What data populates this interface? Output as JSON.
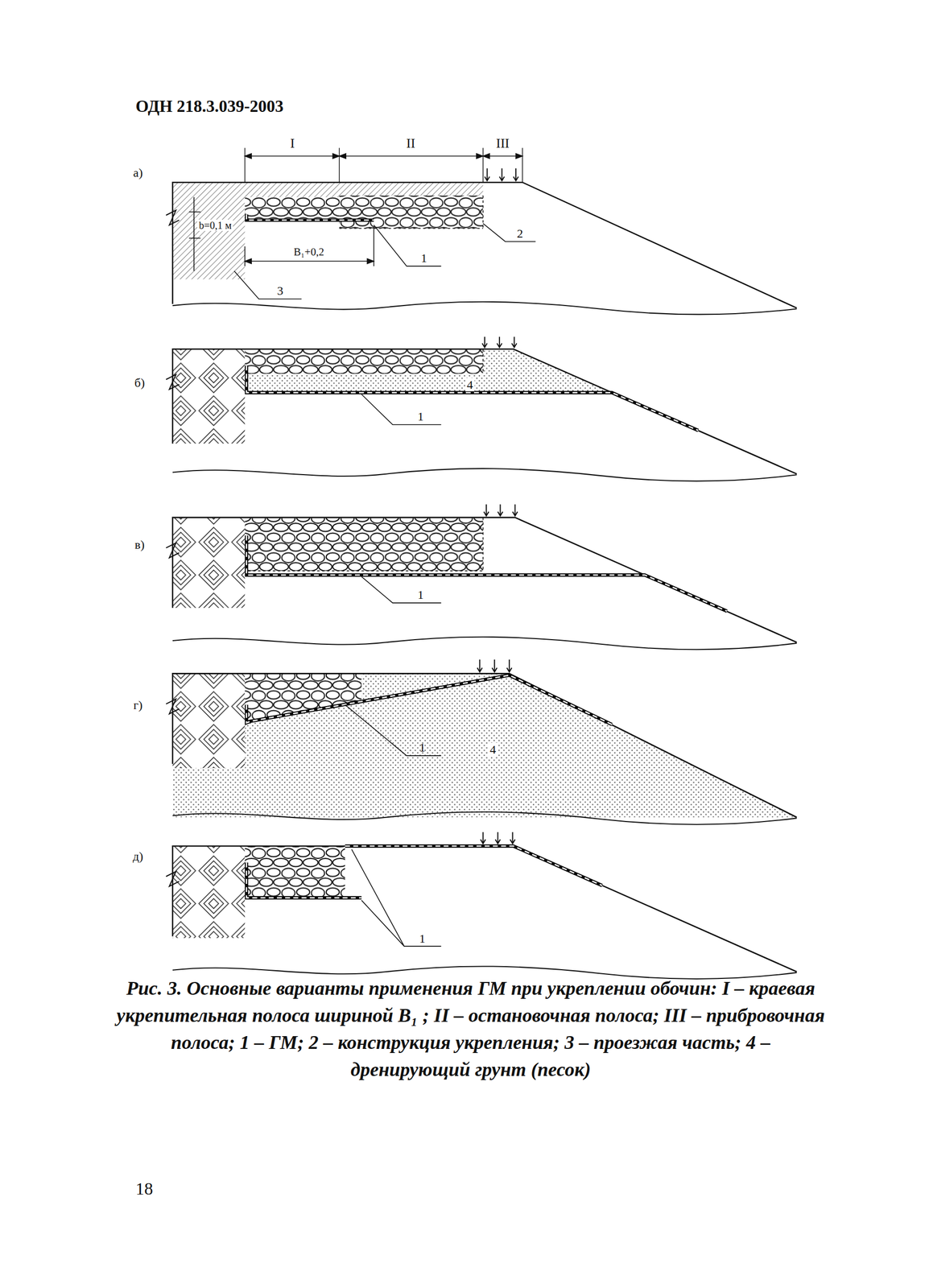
{
  "diagram": {
    "title": "ОДН 218.3.039-2003",
    "caption": "Рис. 3. Основные варианты применения ГМ при укреплении обочин: I – краевая укрепительная полоса шириной B₁ ; II – остановочная полоса; III – прибровочная полоса; 1 – ГМ; 2 – конструкция укрепления; 3 – проезжая часть; 4 – дренирующий грунт (песок)",
    "labels": [
      "I",
      "II",
      "III",
      "а)",
      "b=0,1 м",
      "B₁+0,2",
      "2",
      "1",
      "3",
      "б)",
      "1",
      "4",
      "в)",
      "1",
      "г)",
      "1",
      "4",
      "д)",
      "1",
      "18"
    ]
  }
}
